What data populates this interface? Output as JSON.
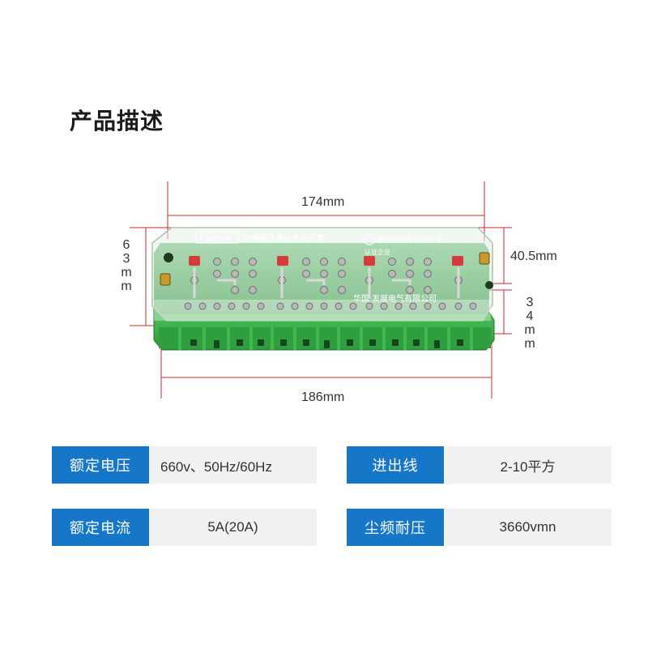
{
  "heading": "产品描述",
  "product": {
    "model_text": "FJ6/DFY",
    "name_text": "型电能计量联合接线盒",
    "cert_text": "国家强制性认证企业",
    "cert_text2": "认证企业",
    "maker_text": "华国·发展电气有限公司"
  },
  "dimensions": {
    "top_width": "174mm",
    "bottom_width": "186mm",
    "left_height": [
      "6",
      "3",
      "m",
      "m"
    ],
    "right_height": "40.5mm",
    "right_lower": [
      "3",
      "4",
      "m",
      "m"
    ]
  },
  "specs": [
    {
      "label": "额定电压",
      "value": "660v、50Hz/60Hz"
    },
    {
      "label": "进出线",
      "value": "2-10平方"
    },
    {
      "label": "额定电流",
      "value": "5A(20A)"
    },
    {
      "label": "尘频耐压",
      "value": "3660vmn"
    }
  ],
  "colors": {
    "dim_line": "#cc2b2b",
    "label_bg": "#1676c8",
    "value_bg": "#f1f1f1",
    "base_green": "#3bb54a"
  }
}
